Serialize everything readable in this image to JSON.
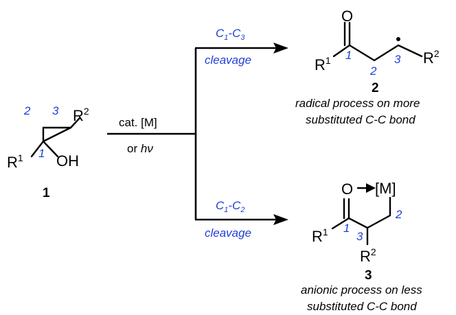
{
  "compound_1": {
    "number": "1",
    "r1": "R",
    "r1_sup": "1",
    "r2": "R",
    "r2_sup": "2",
    "oh": "OH",
    "positions": [
      "1",
      "2",
      "3"
    ]
  },
  "conditions": {
    "top": "cat. [M]",
    "bottom_prefix": "or ",
    "bottom_h": "h",
    "bottom_nu": "ν"
  },
  "upper_path": {
    "label": "C1-C3",
    "label_parts": {
      "c": "C",
      "sub1": "1",
      "dash": "-C",
      "sub2": "3"
    },
    "cleavage": "cleavage"
  },
  "lower_path": {
    "label": "C1-C2",
    "label_parts": {
      "c": "C",
      "sub1": "1",
      "dash": "-C",
      "sub2": "2"
    },
    "cleavage": "cleavage"
  },
  "compound_2": {
    "number": "2",
    "o": "O",
    "r1": "R",
    "r1_sup": "1",
    "r2": "R",
    "r2_sup": "2",
    "positions": [
      "1",
      "2",
      "3"
    ],
    "caption_line1": "radical process on more",
    "caption_line2": "substituted C-C bond"
  },
  "compound_3": {
    "number": "3",
    "o": "O",
    "metal": "[M]",
    "r1": "R",
    "r1_sup": "1",
    "r2": "R",
    "r2_sup": "2",
    "positions": [
      "1",
      "2",
      "3"
    ],
    "caption_line1": "anionic process on less",
    "caption_line2": "substituted C-C bond"
  }
}
